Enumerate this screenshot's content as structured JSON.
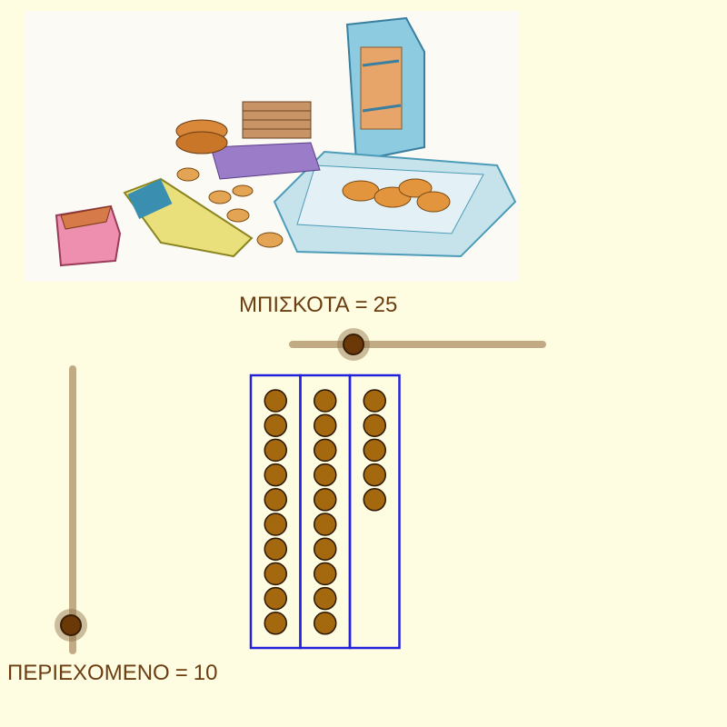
{
  "illustration": {
    "description_icon": "cookies-and-biscuit-packages-image"
  },
  "sliders": {
    "cookies": {
      "name": "ΜΠΙΣΚΟΤΑ",
      "eq": "=",
      "value": "25",
      "fraction": 0.25
    },
    "content": {
      "name": "ΠΕΡΙΕΧΟΜΕΝΟ",
      "eq": "=",
      "value": "10",
      "fraction": 0.0
    }
  },
  "model": {
    "total": 25,
    "per_column": 10
  },
  "colors": {
    "background": "#fffde1",
    "label": "#6b3e12",
    "track": "#c2ab84",
    "knob": "#6b3808",
    "box_border": "#2222dd",
    "cookie_fill": "#a4680f",
    "cookie_stroke": "#2a1500"
  }
}
